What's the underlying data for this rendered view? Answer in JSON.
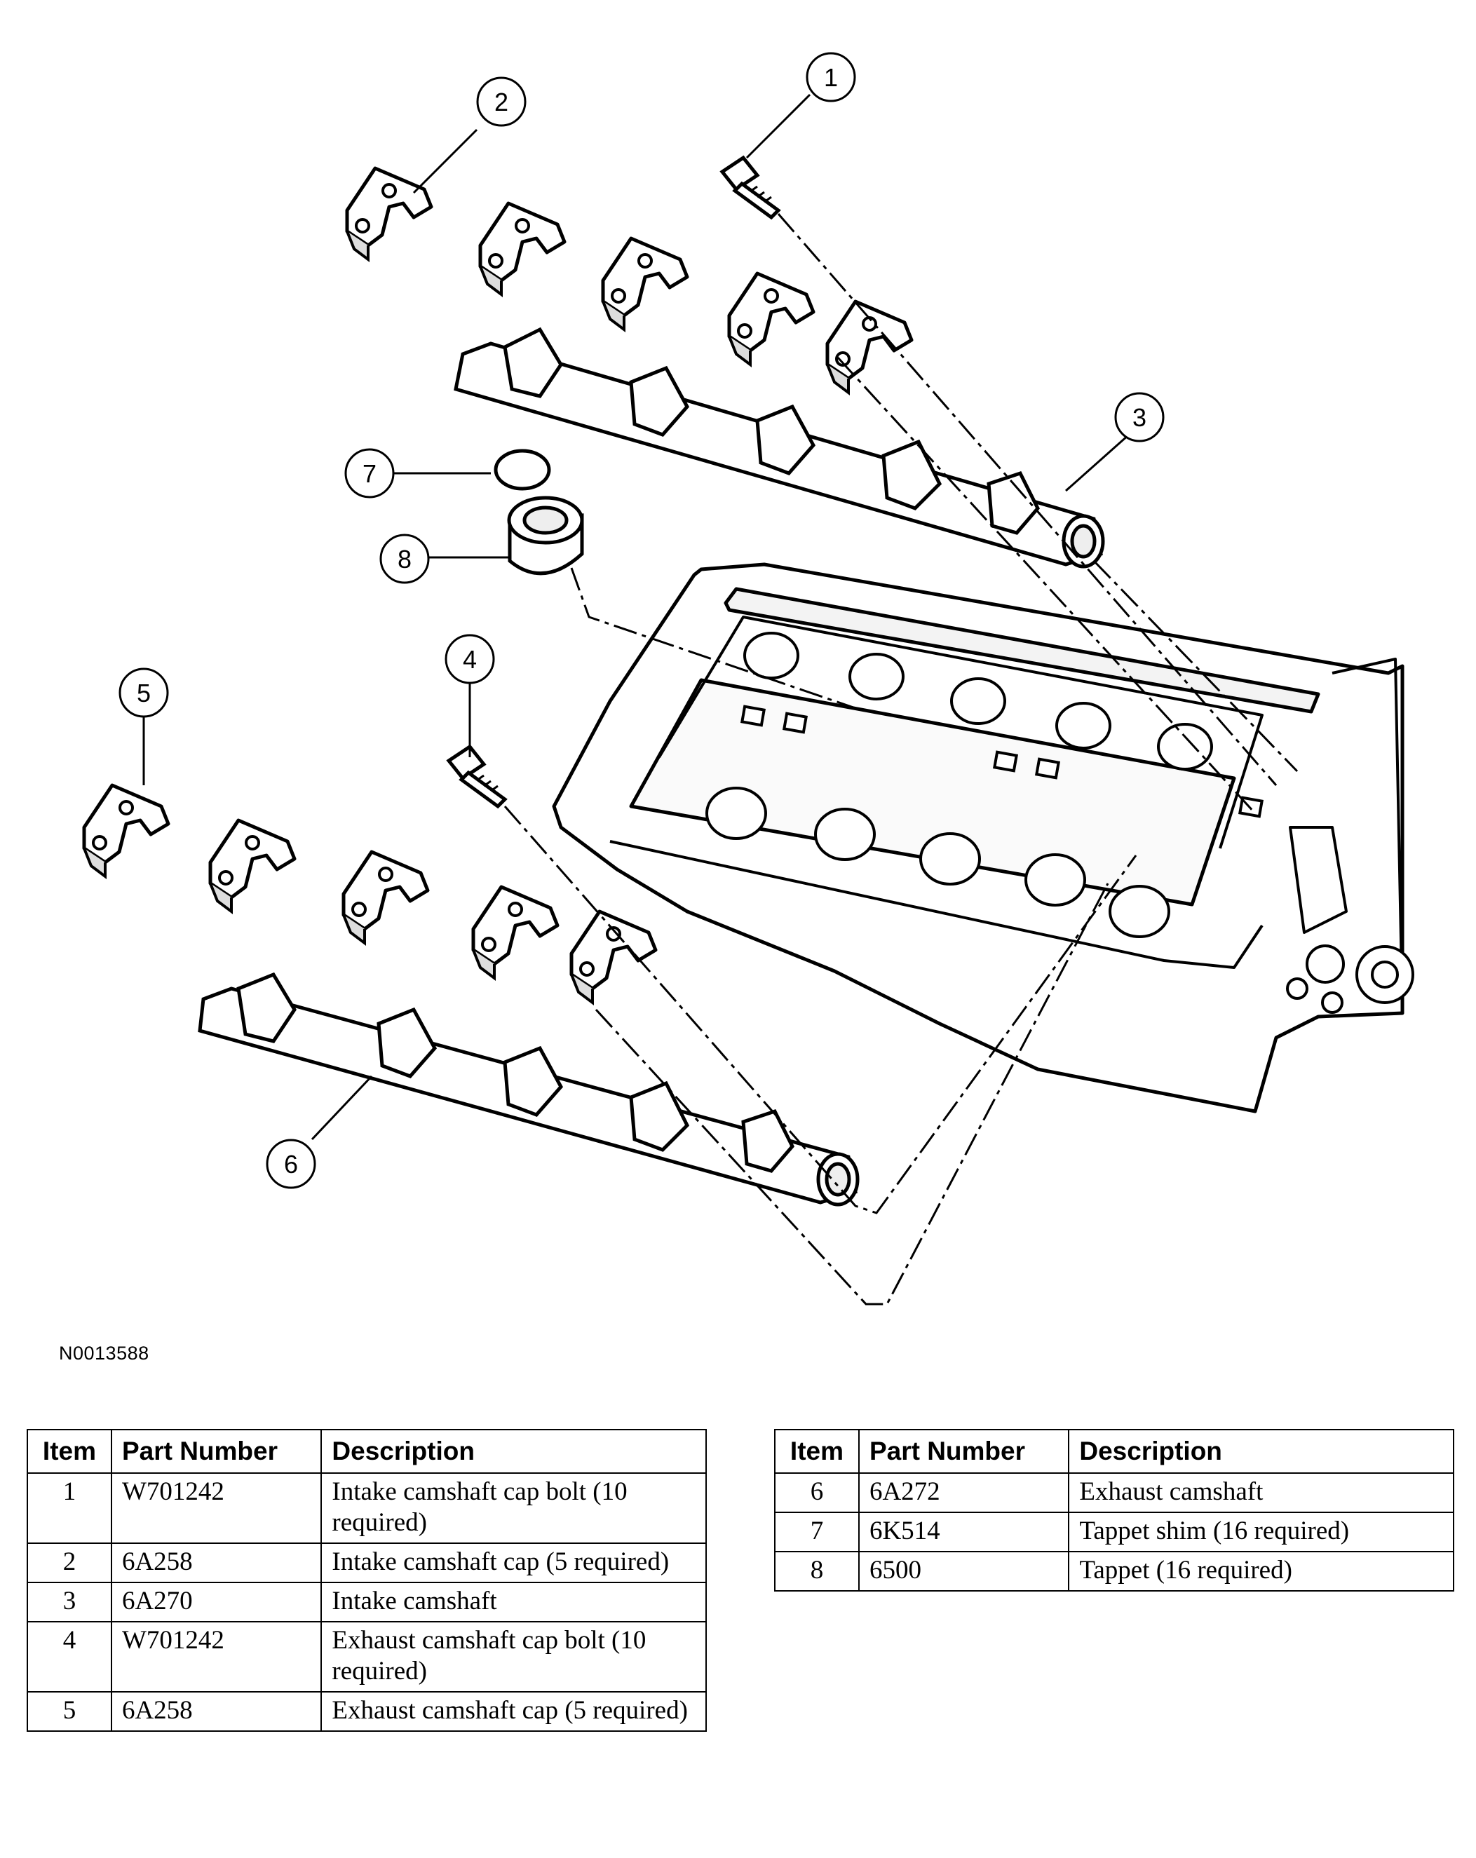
{
  "diagram": {
    "callouts": [
      "1",
      "2",
      "3",
      "4",
      "5",
      "6",
      "7",
      "8"
    ]
  },
  "figure_id": "N0013588",
  "tables": {
    "headers": {
      "item": "Item",
      "part_number": "Part Number",
      "description": "Description"
    },
    "left": [
      {
        "item": "1",
        "part_number": "W701242",
        "description": "Intake camshaft cap bolt (10 required)"
      },
      {
        "item": "2",
        "part_number": "6A258",
        "description": "Intake camshaft cap (5 required)"
      },
      {
        "item": "3",
        "part_number": "6A270",
        "description": "Intake camshaft"
      },
      {
        "item": "4",
        "part_number": "W701242",
        "description": "Exhaust camshaft cap bolt (10 required)"
      },
      {
        "item": "5",
        "part_number": "6A258",
        "description": "Exhaust camshaft cap (5 required)"
      }
    ],
    "right": [
      {
        "item": "6",
        "part_number": "6A272",
        "description": "Exhaust camshaft"
      },
      {
        "item": "7",
        "part_number": "6K514",
        "description": "Tappet shim (16 required)"
      },
      {
        "item": "8",
        "part_number": "6500",
        "description": "Tappet (16 required)"
      }
    ]
  }
}
